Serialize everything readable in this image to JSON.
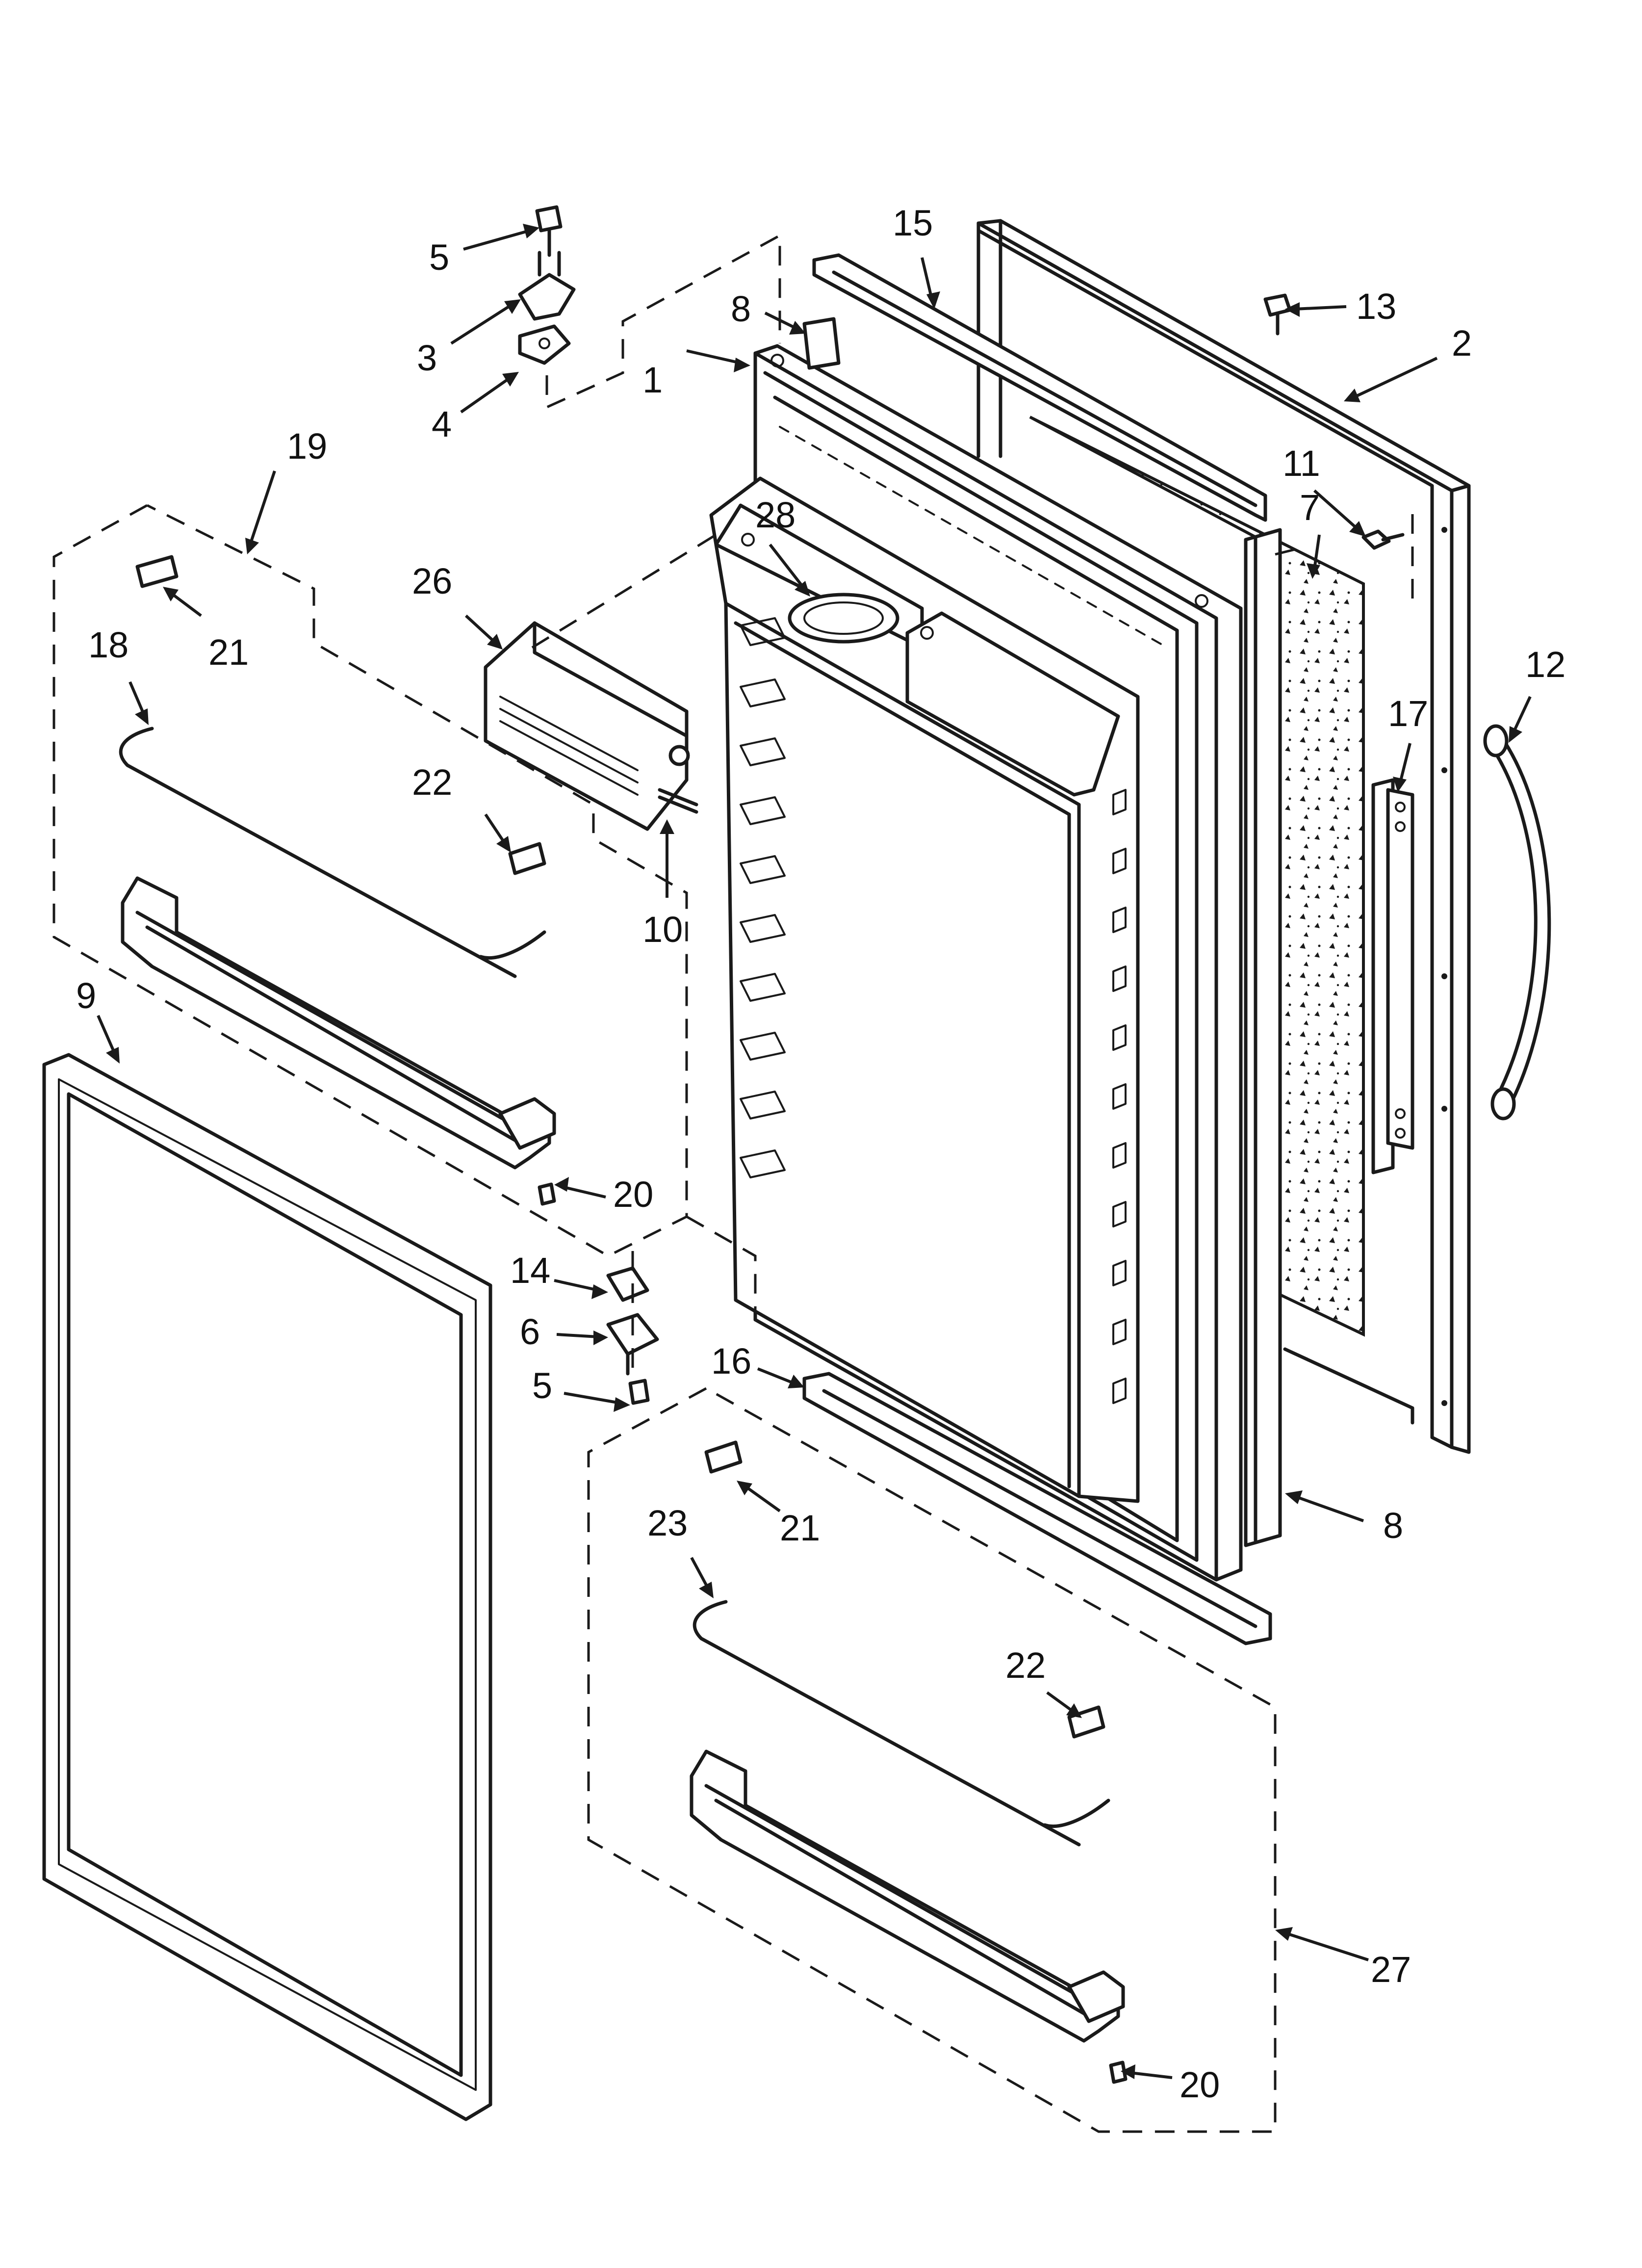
{
  "diagram": {
    "type": "exploded-parts-view",
    "callouts": [
      {
        "id": "c1",
        "text": "1"
      },
      {
        "id": "c2",
        "text": "2"
      },
      {
        "id": "c3",
        "text": "3"
      },
      {
        "id": "c4",
        "text": "4"
      },
      {
        "id": "c5a",
        "text": "5"
      },
      {
        "id": "c5b",
        "text": "5"
      },
      {
        "id": "c6",
        "text": "6"
      },
      {
        "id": "c7",
        "text": "7"
      },
      {
        "id": "c8a",
        "text": "8"
      },
      {
        "id": "c8b",
        "text": "8"
      },
      {
        "id": "c9",
        "text": "9"
      },
      {
        "id": "c10",
        "text": "10"
      },
      {
        "id": "c11",
        "text": "11"
      },
      {
        "id": "c12",
        "text": "12"
      },
      {
        "id": "c13",
        "text": "13"
      },
      {
        "id": "c14",
        "text": "14"
      },
      {
        "id": "c15",
        "text": "15"
      },
      {
        "id": "c16",
        "text": "16"
      },
      {
        "id": "c17",
        "text": "17"
      },
      {
        "id": "c18",
        "text": "18"
      },
      {
        "id": "c19",
        "text": "19"
      },
      {
        "id": "c20a",
        "text": "20"
      },
      {
        "id": "c20b",
        "text": "20"
      },
      {
        "id": "c21a",
        "text": "21"
      },
      {
        "id": "c21b",
        "text": "21"
      },
      {
        "id": "c22a",
        "text": "22"
      },
      {
        "id": "c22b",
        "text": "22"
      },
      {
        "id": "c23",
        "text": "23"
      },
      {
        "id": "c26",
        "text": "26"
      },
      {
        "id": "c27",
        "text": "27"
      },
      {
        "id": "c28",
        "text": "28"
      }
    ]
  }
}
